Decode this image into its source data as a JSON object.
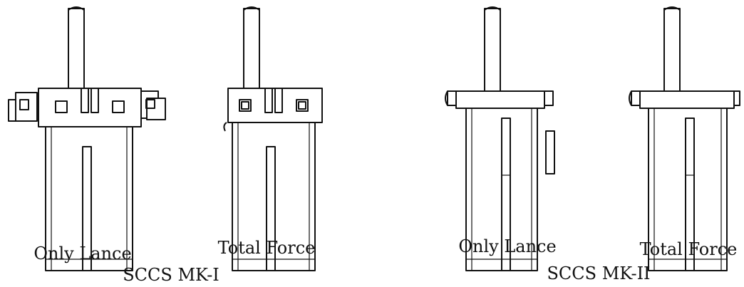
{
  "groups": [
    {
      "caption": "SCCS MK-I",
      "items": [
        {
          "label": "Only Lance",
          "icon": "connector-mk1-only-lance-icon"
        },
        {
          "label": "Total Force",
          "icon": "connector-mk1-total-force-icon"
        }
      ]
    },
    {
      "caption": "SCCS MK-II",
      "items": [
        {
          "label": "Only Lance",
          "icon": "connector-mk2-only-lance-icon"
        },
        {
          "label": "Total Force",
          "icon": "connector-mk2-total-force-icon"
        }
      ]
    }
  ],
  "colors": {
    "line": "#111111",
    "background": "#ffffff"
  }
}
